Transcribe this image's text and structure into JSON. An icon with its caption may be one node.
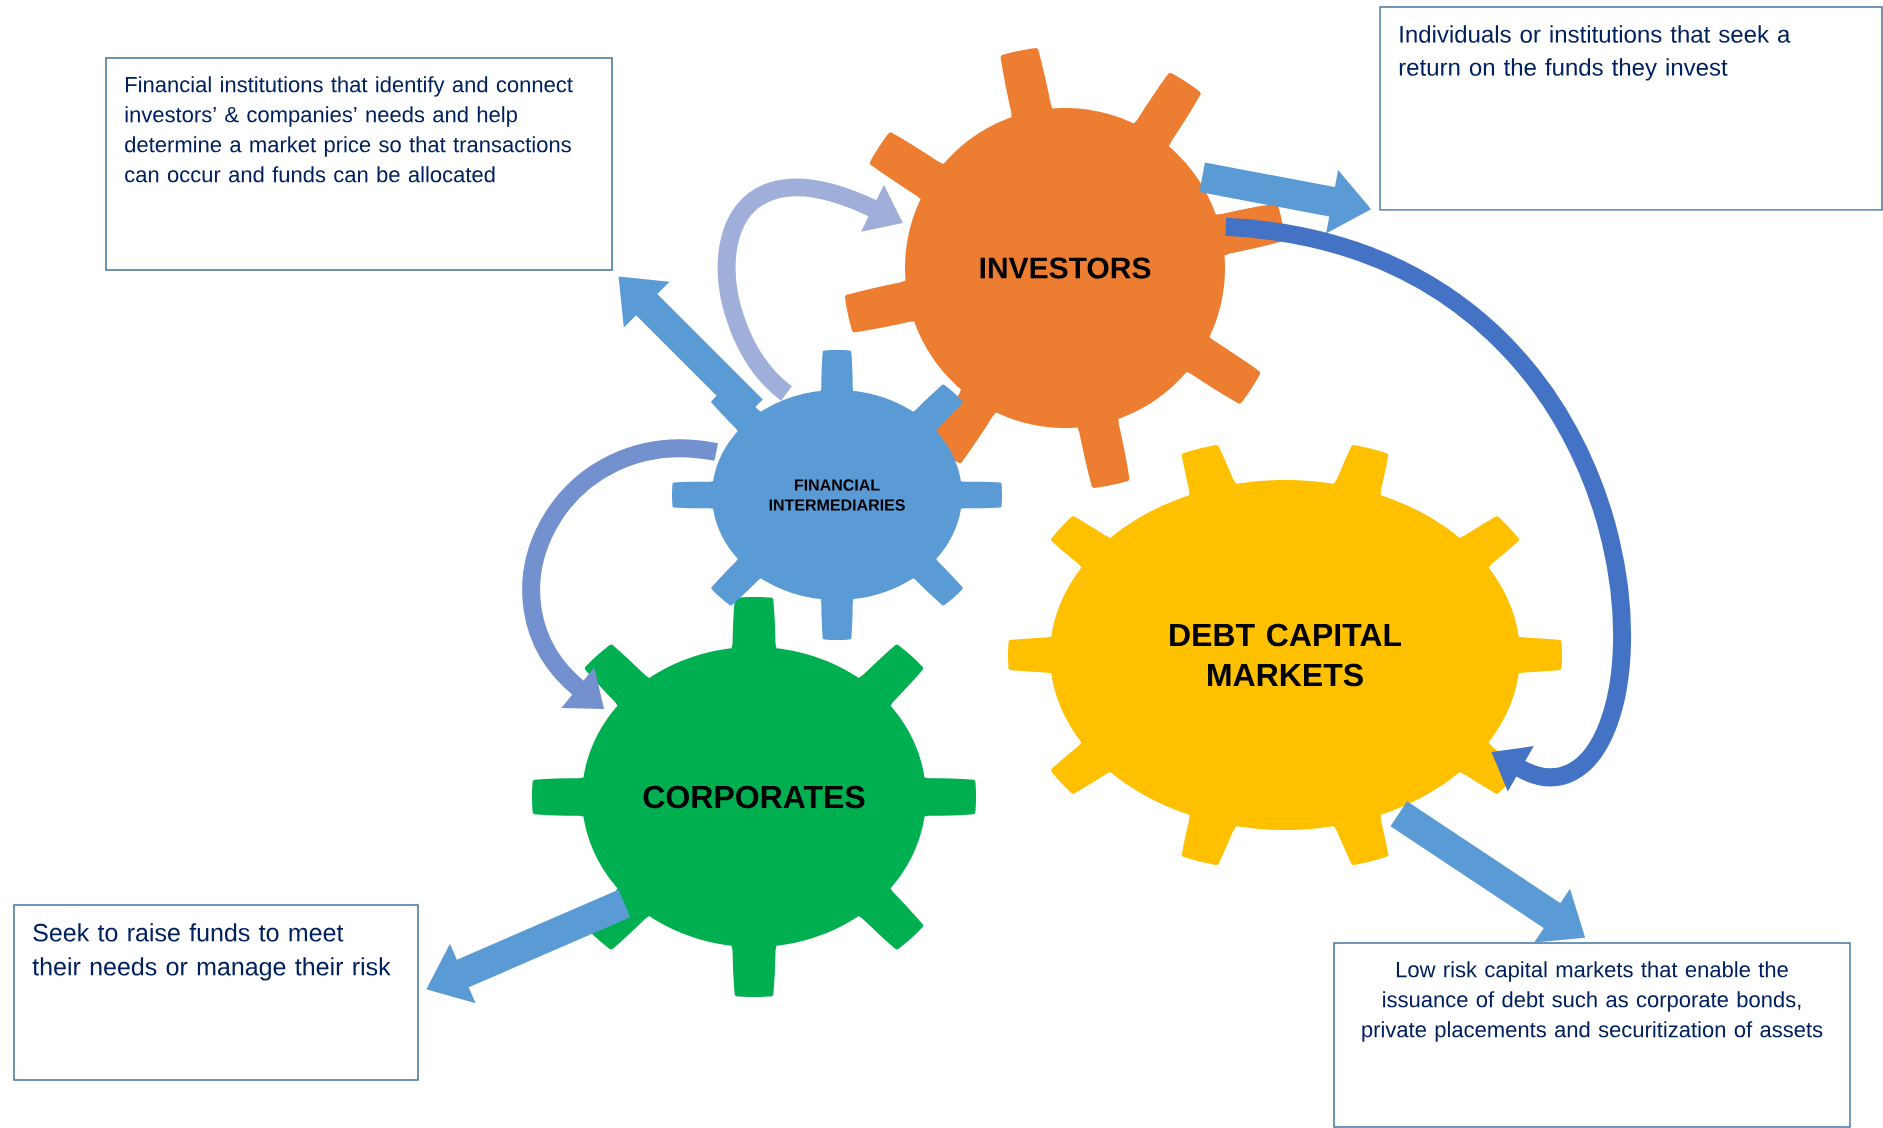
{
  "diagram": {
    "nodes": [
      {
        "text": [
          "Financial institutions that identify and connect investors’ & companies’ needs and help determine a market price so that transactions can occur and funds can be allocated"
        ]
      },
      {
        "text": [
          "Individuals or institutions that seek a return on the funds they invest"
        ]
      },
      {
        "text": [
          "INVESTORS"
        ]
      },
      {
        "text": [
          "FINANCIAL INTERMEDIARIES"
        ]
      },
      {
        "text": [
          "DEBT CAPITAL MARKETS"
        ]
      },
      {
        "text": [
          "CORPORATES"
        ]
      },
      {
        "text": [
          "Seek to raise funds to meet their needs or manage their risk"
        ]
      },
      {
        "text": [
          "Low risk capital markets that enable the issuance of debt such as corporate bonds, private placements and securitization of assets"
        ]
      }
    ],
    "edges": [
      {
        "from": 3,
        "to": 0,
        "arrow": "to"
      },
      {
        "from": 3,
        "to": 2,
        "arrow": "to",
        "color": "#a0afda"
      },
      {
        "from": 2,
        "to": 1,
        "arrow": "to"
      },
      {
        "from": 3,
        "to": 5,
        "arrow": "to",
        "color": "#7390cf"
      },
      {
        "from": 2,
        "to": 4,
        "arrow": "to",
        "color": "#4472c4"
      },
      {
        "from": 5,
        "to": 6,
        "arrow": "to"
      },
      {
        "from": 4,
        "to": 7,
        "arrow": "to"
      }
    ]
  }
}
